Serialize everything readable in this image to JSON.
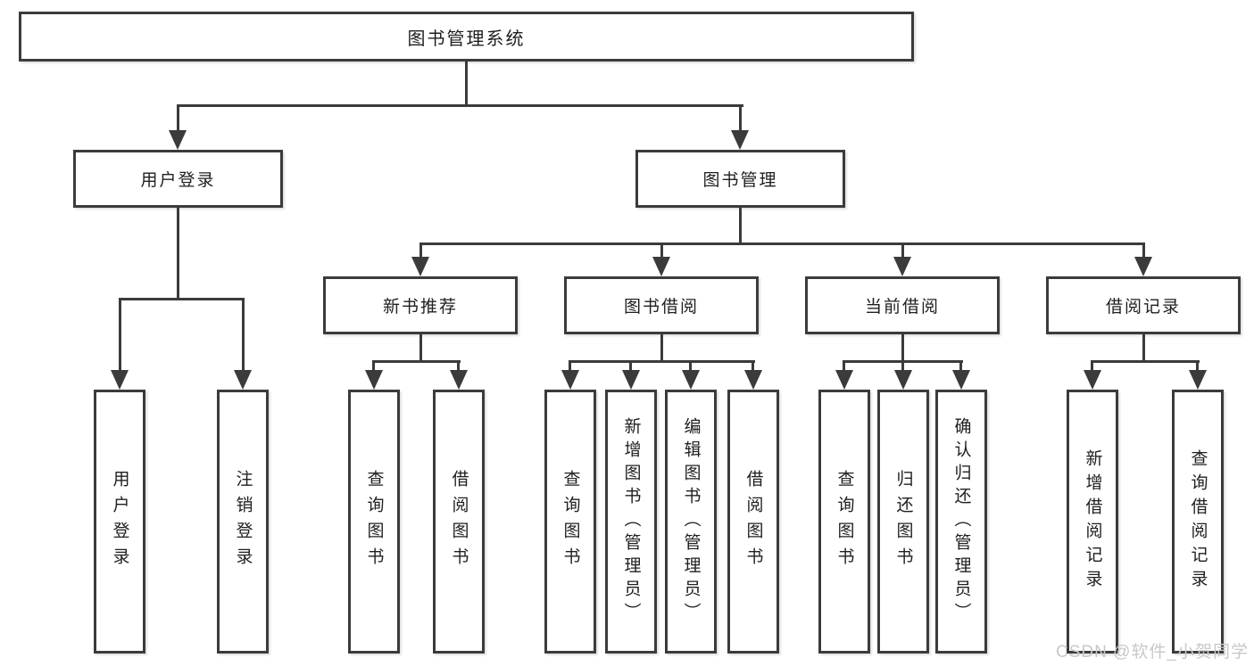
{
  "tree": {
    "root": {
      "id": "library-management-system",
      "label": "图书管理系统"
    },
    "level2": [
      {
        "id": "user-login",
        "label": "用户登录",
        "parent": "library-management-system"
      },
      {
        "id": "book-management",
        "label": "图书管理",
        "parent": "library-management-system"
      }
    ],
    "level3": [
      {
        "id": "new-book-recommend",
        "label": "新书推荐",
        "parent": "book-management"
      },
      {
        "id": "book-borrowing",
        "label": "图书借阅",
        "parent": "book-management"
      },
      {
        "id": "current-borrowing",
        "label": "当前借阅",
        "parent": "book-management"
      },
      {
        "id": "borrowing-records",
        "label": "借阅记录",
        "parent": "book-management"
      }
    ],
    "level4": [
      {
        "label": "用户登录",
        "parent": "user-login"
      },
      {
        "label": "注销登录",
        "parent": "user-login"
      },
      {
        "label": "查询图书",
        "parent": "new-book-recommend"
      },
      {
        "label": "借阅图书",
        "parent": "new-book-recommend"
      },
      {
        "label": "查询图书",
        "parent": "book-borrowing"
      },
      {
        "label": "新增图书（管理员）",
        "parent": "book-borrowing"
      },
      {
        "label": "编辑图书（管理员）",
        "parent": "book-borrowing"
      },
      {
        "label": "借阅图书",
        "parent": "book-borrowing"
      },
      {
        "label": "查询图书",
        "parent": "current-borrowing"
      },
      {
        "label": "归还图书",
        "parent": "current-borrowing"
      },
      {
        "label": "确认归还（管理员）",
        "parent": "current-borrowing"
      },
      {
        "label": "新增借阅记录",
        "parent": "borrowing-records"
      },
      {
        "label": "查询借阅记录",
        "parent": "borrowing-records"
      }
    ]
  },
  "watermark": {
    "text": "CSDN @软件_小贺同学"
  },
  "colors": {
    "line": "#3b3b3b",
    "box_border": "#3b3b3b",
    "box_fill": "#ffffff",
    "text": "#1f1f1f",
    "watermark": "#c8c8cd",
    "background": "#ffffff"
  }
}
